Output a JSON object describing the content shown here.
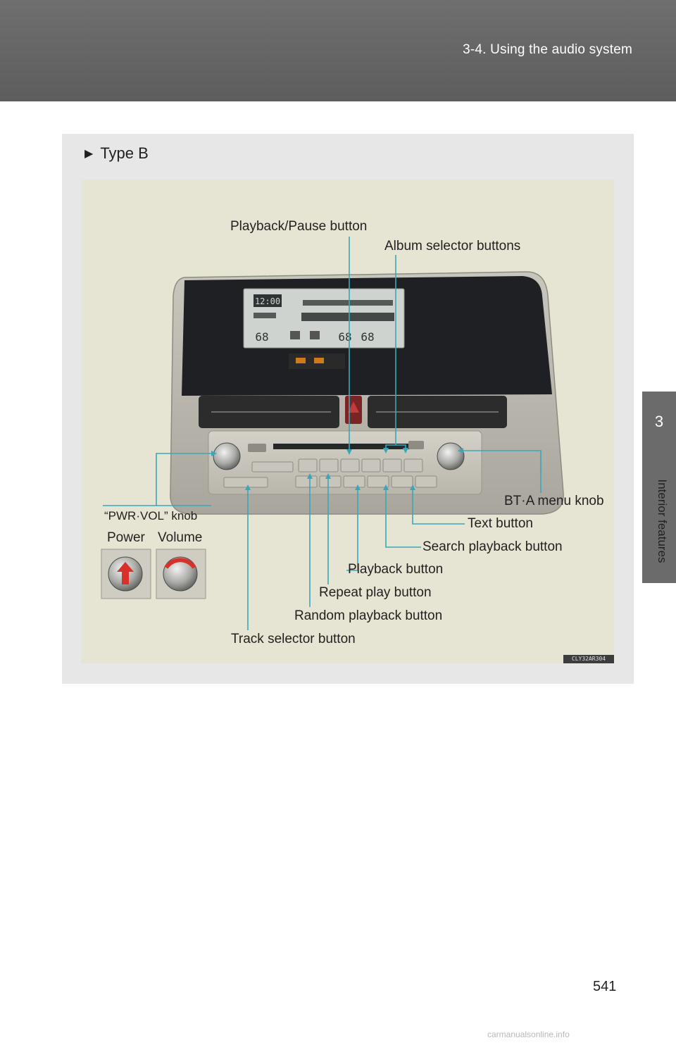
{
  "header": {
    "section_title": "3-4. Using the audio system"
  },
  "side_tab": {
    "chapter_number": "3",
    "chapter_title": "Interior features"
  },
  "panel": {
    "heading": "Type B"
  },
  "callouts": {
    "playback_pause": "Playback/Pause button",
    "album_selector": "Album selector buttons",
    "bta_menu_knob": "BT·A menu knob",
    "pwr_vol_knob": "“PWR·VOL” knob",
    "power": "Power",
    "volume": "Volume",
    "text_button": "Text button",
    "search_playback": "Search playback button",
    "playback": "Playback button",
    "repeat_play": "Repeat play button",
    "random_playback": "Random playback button",
    "track_selector": "Track selector button"
  },
  "display": {
    "clock": "12:00",
    "temp_left": "68",
    "temp_center": "68",
    "temp_right": "68"
  },
  "figure_code": "CLY32AR304",
  "page_number": "541",
  "watermark": "carmanualsonline.info",
  "colors": {
    "header_bg": "#6f6f6f",
    "panel_bg": "#e7e7e7",
    "figure_bg": "#e6e5d3",
    "leader_line": "#3aa7b7"
  }
}
